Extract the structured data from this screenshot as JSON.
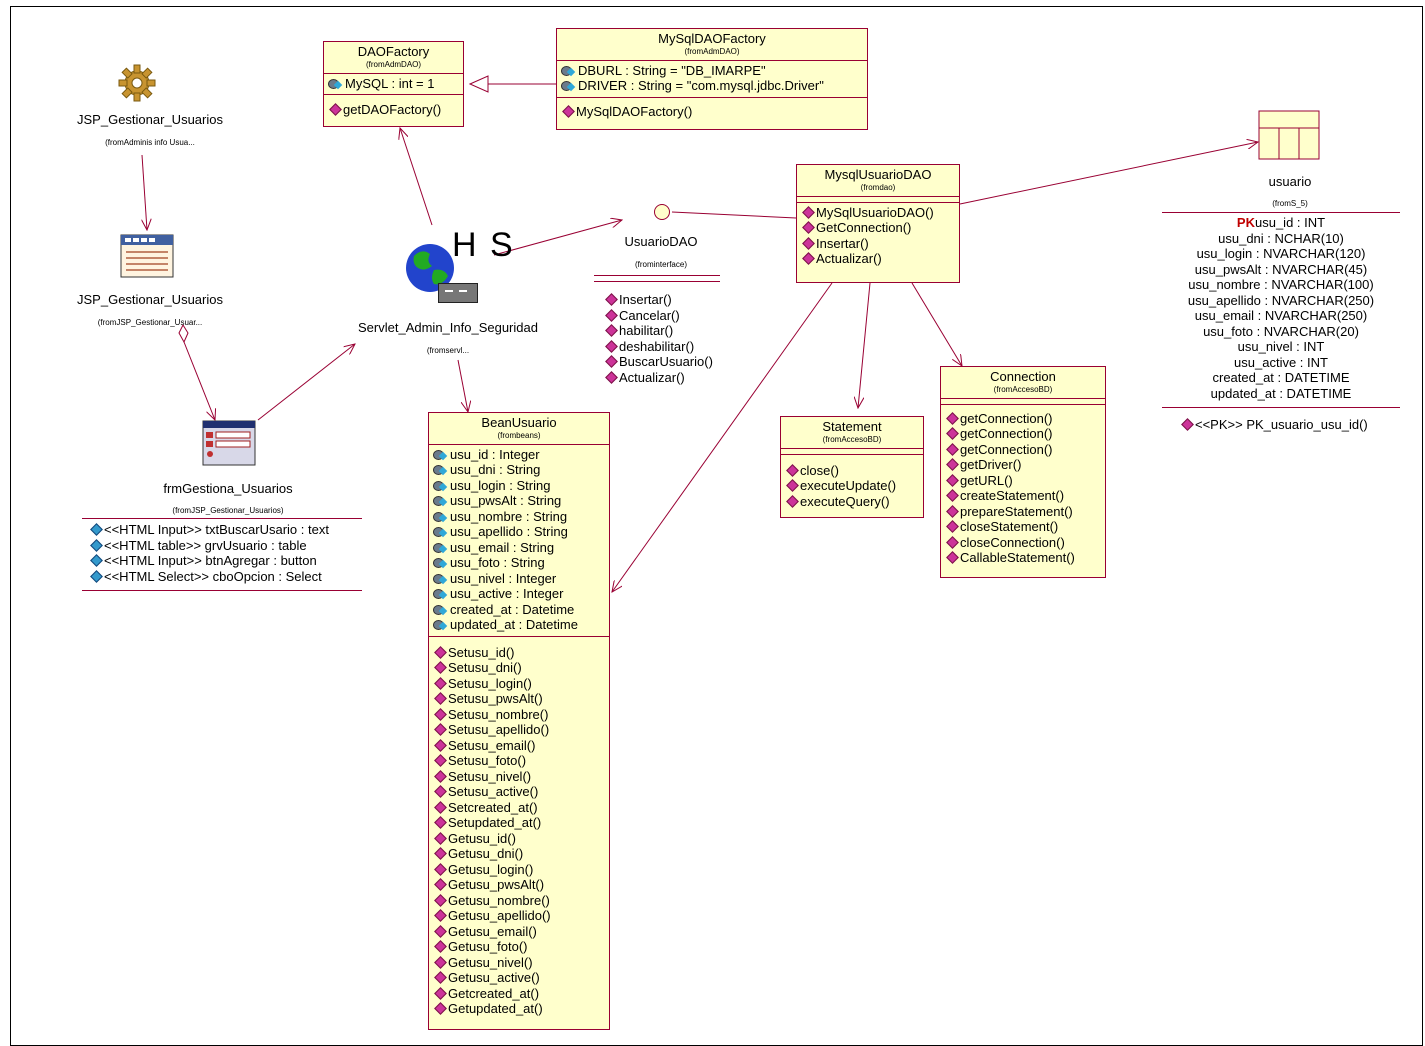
{
  "jsp_top": {
    "name": "JSP_Gestionar_Usuarios",
    "from": "(fromAdminis info Usua..."
  },
  "jsp_mid": {
    "name": "JSP_Gestionar_Usuarios",
    "from": "(fromJSP_Gestionar_Usuar..."
  },
  "frm": {
    "name": "frmGestiona_Usuarios",
    "from": "(fromJSP_Gestionar_Usuarios)",
    "attrs": [
      "<<HTML Input>> txtBuscarUsario : text",
      "<<HTML table>> grvUsuario : table",
      "<<HTML Input>> btnAgregar : button",
      "<<HTML Select>> cboOpcion : Select"
    ]
  },
  "daofactory": {
    "name": "DAOFactory",
    "from": "(fromAdmDAO)",
    "attrs": [
      "MySQL : int = 1"
    ],
    "ops": [
      "getDAOFactory()"
    ]
  },
  "mysqldaofactory": {
    "name": "MySqlDAOFactory",
    "from": "(fromAdmDAO)",
    "attrs": [
      "DBURL : String = \"DB_IMARPE\"",
      "DRIVER : String = \"com.mysql.jdbc.Driver\""
    ],
    "ops": [
      "MySqlDAOFactory()"
    ]
  },
  "servlet": {
    "name": "Servlet_Admin_Info_Seguridad",
    "from": "(fromservl...",
    "hs": "H S"
  },
  "usuariodao": {
    "name": "UsuarioDAO",
    "from": "(frominterface)",
    "ops": [
      "Insertar()",
      "Cancelar()",
      "habilitar()",
      "deshabilitar()",
      "BuscarUsuario()",
      "Actualizar()"
    ]
  },
  "mysqlusuariodao": {
    "name": "MysqlUsuarioDAO",
    "from": "(fromdao)",
    "ops": [
      "MySqlUsuarioDAO()",
      "GetConnection()",
      "Insertar()",
      "Actualizar()"
    ]
  },
  "usuario": {
    "name": "usuario",
    "from": "(fromS_5)",
    "pk_label": "PK",
    "cols": [
      "usu_id : INT",
      "usu_dni : NCHAR(10)",
      "usu_login : NVARCHAR(120)",
      "usu_pwsAlt : NVARCHAR(45)",
      "usu_nombre : NVARCHAR(100)",
      "usu_apellido : NVARCHAR(250)",
      "usu_email : NVARCHAR(250)",
      "usu_foto : NVARCHAR(20)",
      "usu_nivel : INT",
      "usu_active : INT",
      "created_at : DATETIME",
      "updated_at : DATETIME"
    ],
    "ops": [
      "<<PK>> PK_usuario_usu_id()"
    ]
  },
  "beanusuario": {
    "name": "BeanUsuario",
    "from": "(frombeans)",
    "attrs": [
      "usu_id : Integer",
      "usu_dni : String",
      "usu_login : String",
      "usu_pwsAlt : String",
      "usu_nombre : String",
      "usu_apellido : String",
      "usu_email : String",
      "usu_foto : String",
      "usu_nivel : Integer",
      "usu_active : Integer",
      "created_at : Datetime",
      "updated_at : Datetime"
    ],
    "ops": [
      "Setusu_id()",
      "Setusu_dni()",
      "Setusu_login()",
      "Setusu_pwsAlt()",
      "Setusu_nombre()",
      "Setusu_apellido()",
      "Setusu_email()",
      "Setusu_foto()",
      "Setusu_nivel()",
      "Setusu_active()",
      "Setcreated_at()",
      "Setupdated_at()",
      "Getusu_id()",
      "Getusu_dni()",
      "Getusu_login()",
      "Getusu_pwsAlt()",
      "Getusu_nombre()",
      "Getusu_apellido()",
      "Getusu_email()",
      "Getusu_foto()",
      "Getusu_nivel()",
      "Getusu_active()",
      "Getcreated_at()",
      "Getupdated_at()"
    ]
  },
  "statement": {
    "name": "Statement",
    "from": "(fromAccesoBD)",
    "ops": [
      "close()",
      "executeUpdate()",
      "executeQuery()"
    ]
  },
  "connection": {
    "name": "Connection",
    "from": "(fromAccesoBD)",
    "ops": [
      "getConnection()",
      "getConnection()",
      "getConnection()",
      "getDriver()",
      "getURL()",
      "createStatement()",
      "prepareStatement()",
      "closeStatement()",
      "closeConnection()",
      "CallableStatement()"
    ]
  }
}
